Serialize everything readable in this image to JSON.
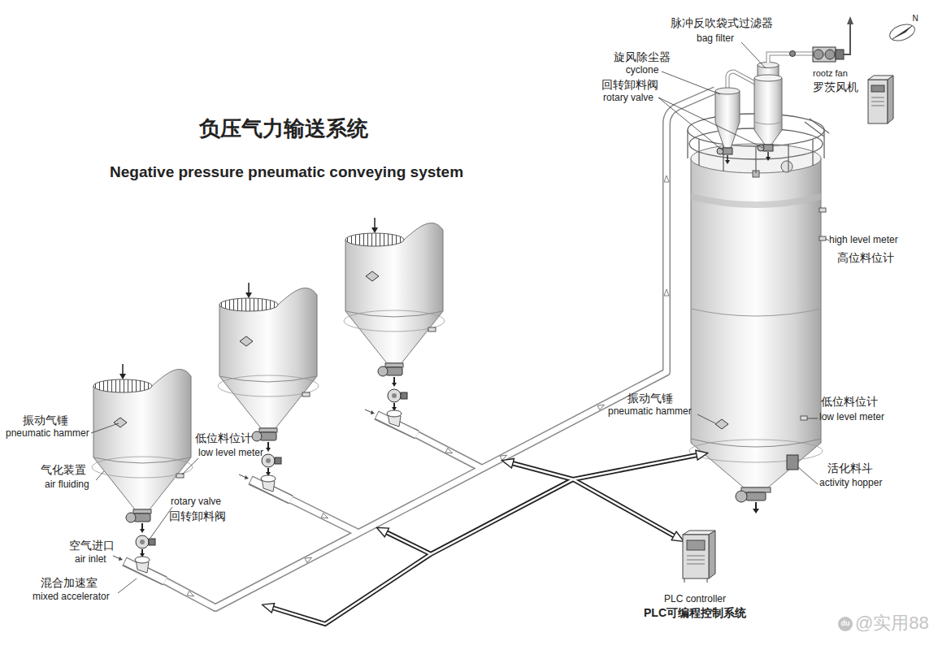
{
  "diagram": {
    "title": "负压气力输送系统",
    "nodes": [
      {
        "text": [
          "PLC controller",
          "PLC可编程控制系统"
        ]
      }
    ],
    "labels": [
      "脉冲反吹袋式过滤器",
      "bag filter",
      "rootz fan",
      "罗茨风机",
      "旋风除尘器",
      "cyclone",
      "回转卸料阀",
      "rotary valve",
      "Negative pressure pneumatic conveying system",
      "high level meter",
      "高位料位计",
      "振动气锤",
      "pneumatic hammer",
      "低位料位计",
      "low level meter",
      "气化装置",
      "air fluiding",
      "rotary valve",
      "回转卸料阀",
      "空气进口",
      "air inlet",
      "混合加速室",
      "mixed accelerator",
      "振动气锤",
      "pneumatic hammer",
      "低位料位计",
      "low level meter",
      "活化料斗",
      "activity hopper",
      "N",
      "du",
      "@实用88"
    ]
  }
}
